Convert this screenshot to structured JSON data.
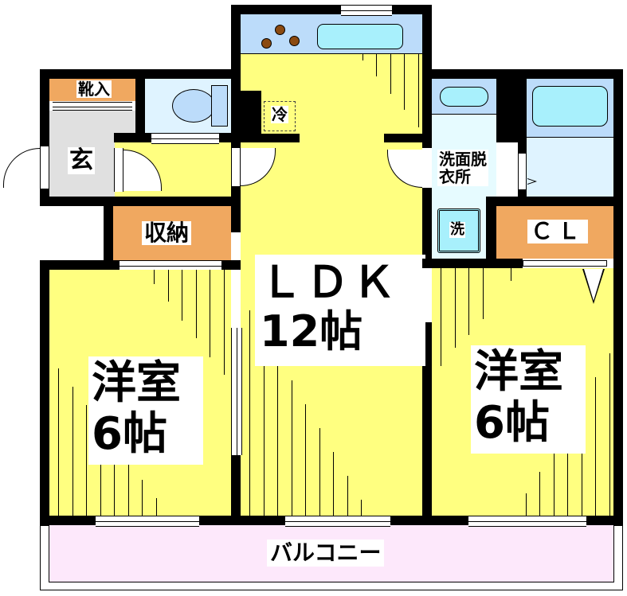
{
  "floor_plan": {
    "type": "2LDK apartment floor plan",
    "rooms": {
      "ldk": {
        "name": "ＬＤＫ",
        "size": "12帖"
      },
      "western_left": {
        "name": "洋室",
        "size": "6帖"
      },
      "western_right": {
        "name": "洋室",
        "size": "6帖"
      },
      "storage": {
        "name": "収納"
      },
      "closet": {
        "name": "ＣＬ"
      },
      "entrance": {
        "name": "玄"
      },
      "shoe_cabinet": {
        "name": "靴入"
      },
      "washroom": {
        "name_line1": "洗面脱",
        "name_line2": "衣所"
      },
      "washer": {
        "name": "洗"
      },
      "fridge": {
        "name": "冷"
      },
      "balcony": {
        "name": "バルコニー"
      }
    },
    "colors": {
      "room_floor": "#ffff80",
      "wet_area": "#dff3ff",
      "fixture_blue": "#bcdcfa",
      "storage": "#f0a860",
      "entrance": "#e0e0e0",
      "balcony": "#fde8fb",
      "wall": "#000000"
    }
  }
}
